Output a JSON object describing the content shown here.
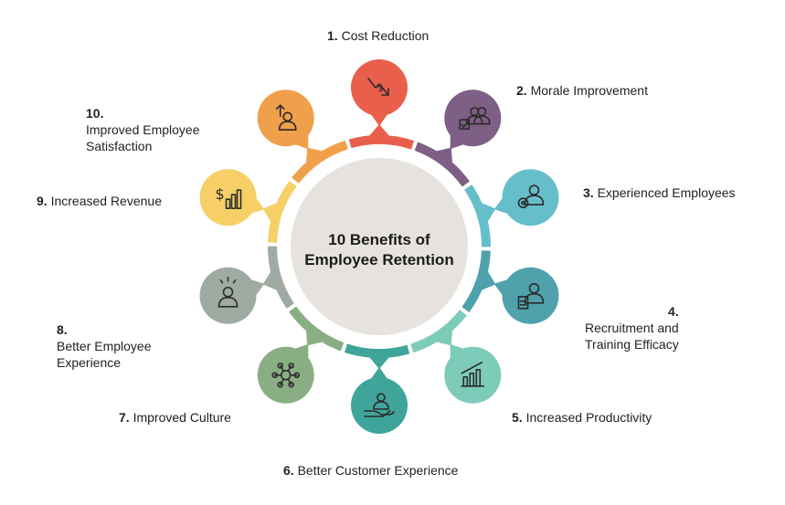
{
  "center": {
    "title": "10 Benefits of\nEmployee Retention"
  },
  "items": [
    {
      "num": "1.",
      "text": "Cost Reduction",
      "color": "#E8604C",
      "icon": "cost-down-icon"
    },
    {
      "num": "2.",
      "text": "Morale Improvement",
      "color": "#7E5F86",
      "icon": "team-check-icon"
    },
    {
      "num": "3.",
      "text": "Experienced Employees",
      "color": "#67BECB",
      "icon": "person-gear-icon"
    },
    {
      "num": "4.",
      "text": "Recruitment and\nTraining Efficacy",
      "color": "#4FA1AC",
      "icon": "person-document-icon"
    },
    {
      "num": "5.",
      "text": "Increased Productivity",
      "color": "#7DCBB9",
      "icon": "growth-chart-icon"
    },
    {
      "num": "6.",
      "text": "Better Customer Experience",
      "color": "#3FA59A",
      "icon": "hand-person-icon"
    },
    {
      "num": "7.",
      "text": "Improved Culture",
      "color": "#8AAE83",
      "icon": "network-icon"
    },
    {
      "num": "8.",
      "text": "Better Employee\nExperience",
      "color": "#9FAAA3",
      "icon": "person-idea-icon"
    },
    {
      "num": "9.",
      "text": "Increased Revenue",
      "color": "#F6CF66",
      "icon": "dollar-bars-icon"
    },
    {
      "num": "10.",
      "text": "Improved Employee\nSatisfaction",
      "color": "#F0A04A",
      "icon": "person-up-icon"
    }
  ],
  "colors": {
    "hub": "#E6E3DF",
    "background": "#FFFFFF"
  }
}
